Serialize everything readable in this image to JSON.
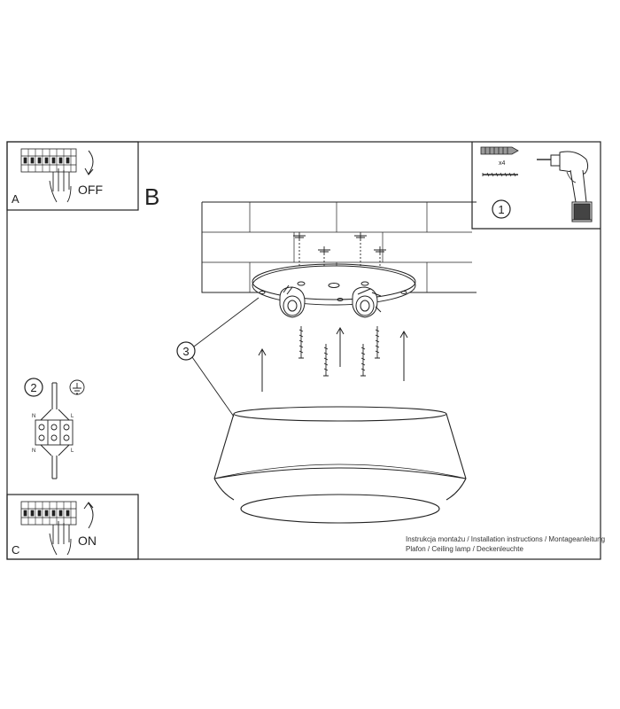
{
  "panels": {
    "a": {
      "letter": "A",
      "action": "OFF"
    },
    "b": {
      "letter": "B"
    },
    "c": {
      "letter": "C",
      "action": "ON"
    }
  },
  "steps": {
    "one": "1",
    "two": "2",
    "three": "3"
  },
  "anchors": {
    "count": "x4"
  },
  "terminal": {
    "top_left": "N",
    "top_right": "L",
    "bottom_left": "N",
    "bottom_right": "L"
  },
  "caption": {
    "line1": "Instrukcja montażu / Installation instructions / Montageanleitung",
    "line2": "Plafon / Ceiling lamp / Deckenleuchte"
  }
}
